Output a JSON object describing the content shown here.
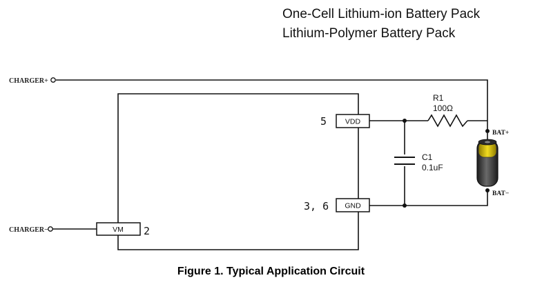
{
  "header": {
    "line1": "One-Cell Lithium-ion Battery Pack",
    "line2": "Lithium-Polymer Battery Pack"
  },
  "terminals": {
    "charger_plus": "CHARGER+",
    "charger_minus": "CHARGER−"
  },
  "ic": {
    "vdd_label": "VDD",
    "vdd_pin": "5",
    "gnd_label": "GND",
    "gnd_pin": "3, 6",
    "vm_label": "VM",
    "vm_pin": "2"
  },
  "resistor": {
    "ref": "R1",
    "value": "100Ω"
  },
  "capacitor": {
    "ref": "C1",
    "value": "0.1uF"
  },
  "battery": {
    "plus_label": "BAT+",
    "minus_label": "BAT−"
  },
  "caption": "Figure 1.  Typical Application Circuit",
  "colors": {
    "wire": "#111111",
    "battery_body": "#3a3a3a",
    "battery_cap": "#d8c000"
  }
}
